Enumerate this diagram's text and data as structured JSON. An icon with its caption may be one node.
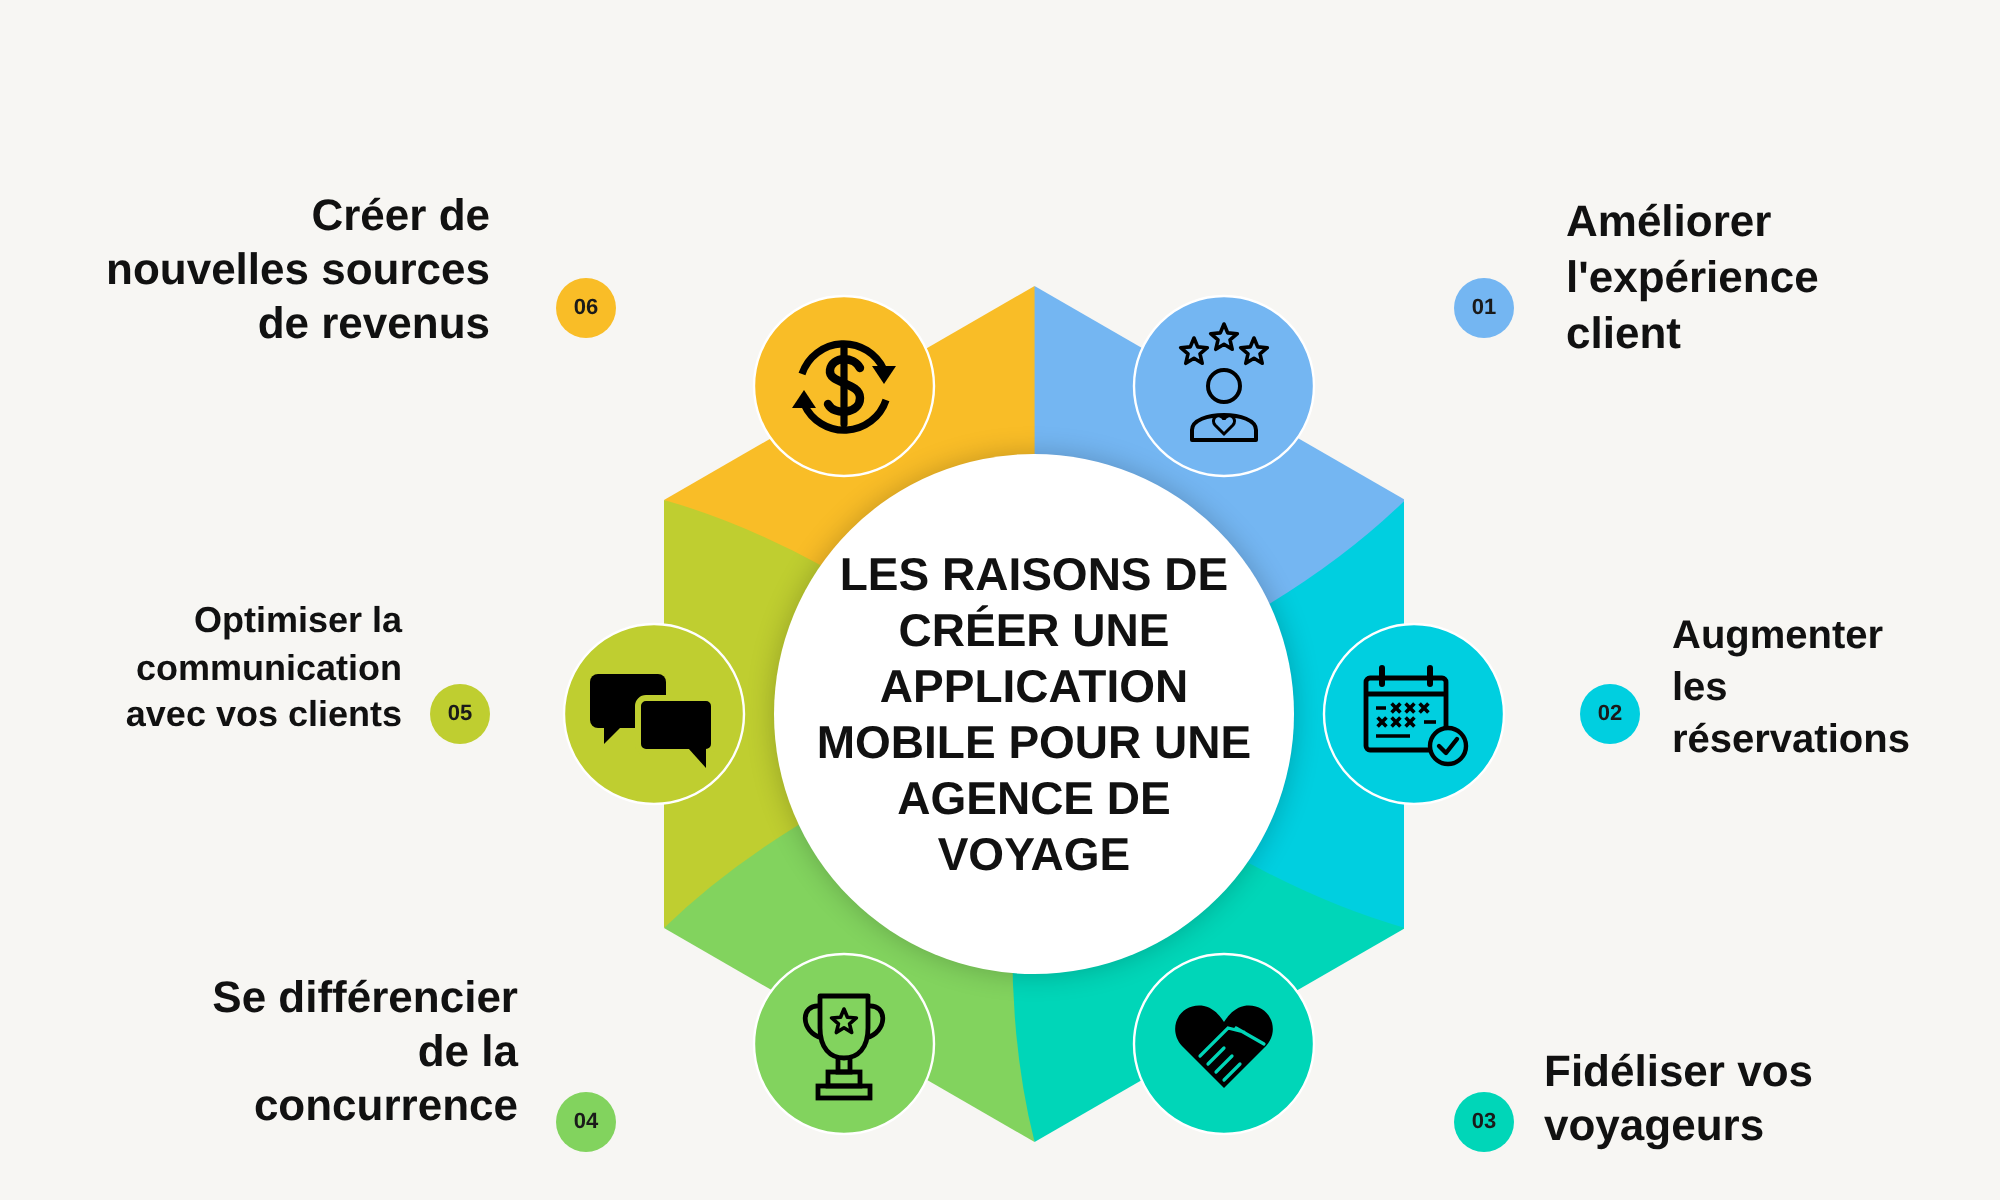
{
  "diagram": {
    "nodes": [
      {
        "text": [
          "LES RAISONS DE CRÉER UNE APPLICATION MOBILE POUR UNE AGENCE DE VOYAGE"
        ]
      },
      {
        "text": [
          "01"
        ],
        "beside": [
          "Améliorer l'expérience client"
        ]
      },
      {
        "text": [
          "02"
        ],
        "beside": [
          "Augmenter les réservations"
        ]
      },
      {
        "text": [
          "03"
        ],
        "beside": [
          "Fidéliser vos voyageurs"
        ]
      },
      {
        "text": [
          "04"
        ],
        "beside": [
          "Se différencier de la concurrence"
        ]
      },
      {
        "text": [
          "05"
        ],
        "beside": [
          "Optimiser la communication avec vos clients"
        ]
      },
      {
        "text": [
          "06"
        ],
        "beside": [
          "Créer de nouvelles sources de revenus"
        ]
      }
    ]
  }
}
